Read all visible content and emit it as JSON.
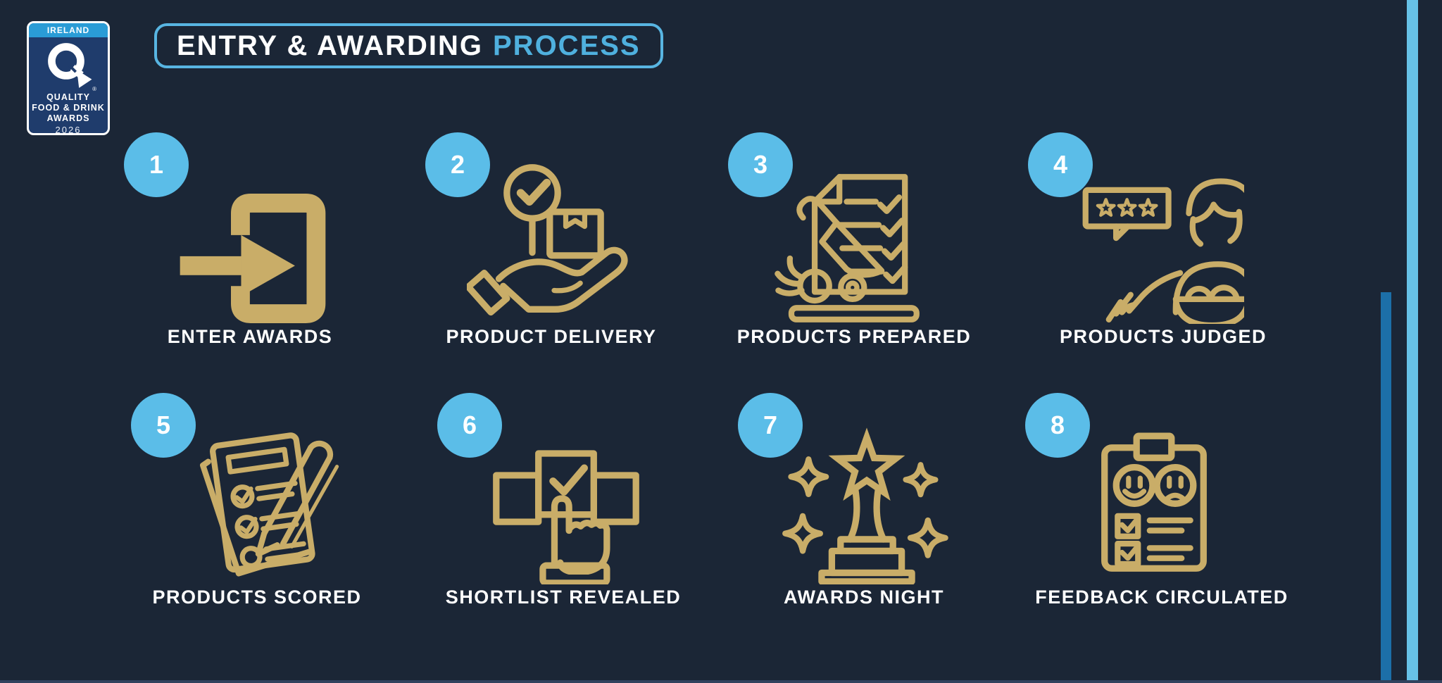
{
  "colors": {
    "background": "#1b2636",
    "icon_gold": "#c9ad68",
    "badge_blue": "#5bbde8",
    "process_text_blue": "#4fb0de",
    "title_border_blue": "#58b5e2",
    "logo_band_blue": "#2a9cd6",
    "logo_navy": "#1f3c6c",
    "side_bar_dark_blue": "#1c6fa8",
    "side_bar_light_blue": "#67c1e6"
  },
  "logo": {
    "country": "IRELAND",
    "monogram": "Q",
    "registered_mark": "®",
    "line1": "QUALITY",
    "line2": "FOOD & DRINK",
    "line3": "AWARDS",
    "year": "2026"
  },
  "title": {
    "white_part": "ENTRY & AWARDING",
    "blue_part": "PROCESS"
  },
  "steps": [
    {
      "number": "1",
      "label": "ENTER AWARDS",
      "icon": "enter-door-arrow-icon"
    },
    {
      "number": "2",
      "label": "PRODUCT DELIVERY",
      "icon": "hand-delivery-box-check-icon"
    },
    {
      "number": "3",
      "label": "PRODUCTS PREPARED",
      "icon": "checklist-knife-vegetables-icon"
    },
    {
      "number": "4",
      "label": "PRODUCTS JUDGED",
      "icon": "judge-tasting-star-rating-icon"
    },
    {
      "number": "5",
      "label": "PRODUCTS SCORED",
      "icon": "score-sheet-pen-icon"
    },
    {
      "number": "6",
      "label": "SHORTLIST REVEALED",
      "icon": "hand-selecting-checkbox-icon"
    },
    {
      "number": "7",
      "label": "AWARDS NIGHT",
      "icon": "star-trophy-sparkles-icon"
    },
    {
      "number": "8",
      "label": "FEEDBACK CIRCULATED",
      "icon": "feedback-clipboard-faces-icon"
    }
  ]
}
